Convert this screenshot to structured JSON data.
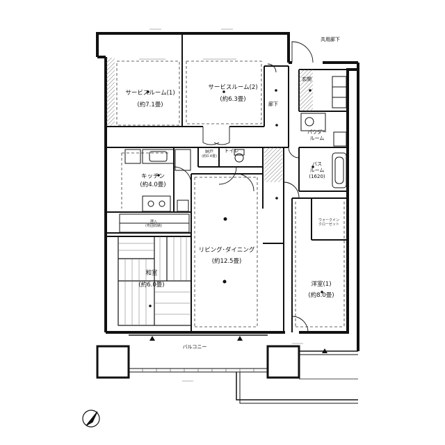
{
  "rooms": {
    "service1": {
      "name": "サービスルーム(1)",
      "size": "(約7.1畳)"
    },
    "service2": {
      "name": "サービスルーム(2)",
      "size": "(約6.3畳)"
    },
    "kitchen": {
      "name": "キッチン",
      "size": "(約4.0畳)"
    },
    "washitsu": {
      "name": "和室",
      "size": "(約6.0畳)"
    },
    "living": {
      "name": "リビング･ダイニング",
      "size": "(約12.5畳)"
    },
    "yoshitsu": {
      "name": "洋室(1)",
      "size": "(約8.0畳)"
    },
    "bath": {
      "name1": "バス",
      "name2": "ルーム",
      "size": "(1620)"
    },
    "powder": {
      "name1": "パウダー",
      "name2": "ルーム"
    },
    "genkan": "玄関",
    "rouka": "廊下",
    "toilet": "トイレ",
    "nando": {
      "name": "納戸",
      "size": "(約0.4畳)"
    },
    "closet": {
      "name1": "ウォークイン",
      "name2": "クローゼット"
    },
    "oshiire": {
      "name": "押入",
      "size": "(布団収納)"
    }
  },
  "outside": {
    "balcony": "バルコニー",
    "corridor": "共用廊下"
  }
}
